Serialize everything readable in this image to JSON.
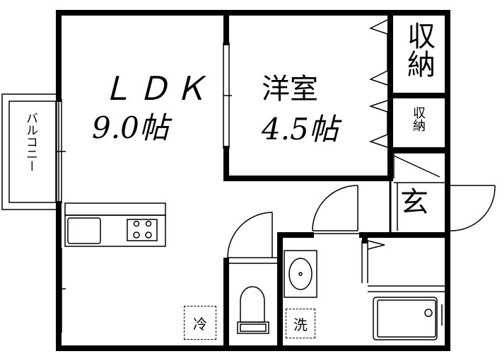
{
  "rooms": {
    "ldk": {
      "name": "ＬＤＫ",
      "size": "9.0帖"
    },
    "western": {
      "name": "洋室",
      "size": "4.5帖"
    },
    "closet_large": "収納",
    "closet_small": "収納",
    "entrance": "玄",
    "balcony": "バルコニー"
  },
  "fixtures": {
    "fridge": "冷",
    "washer": "洗"
  }
}
